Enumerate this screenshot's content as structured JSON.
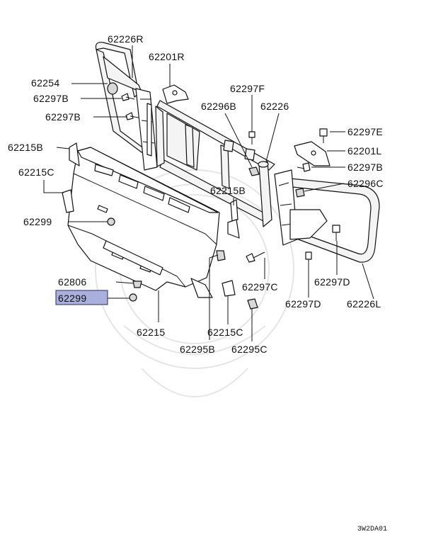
{
  "labels": {
    "p62226R": "62226R",
    "p62201R": "62201R",
    "p62254": "62254",
    "p62297B_a": "62297B",
    "p62297B_b": "62297B",
    "p62297F": "62297F",
    "p62296B": "62296B",
    "p62226": "62226",
    "p62297E": "62297E",
    "p62201L": "62201L",
    "p62297B_c": "62297B",
    "p62215B_a": "62215B",
    "p62215C_a": "62215C",
    "p62215B_b": "62215B",
    "p62296C": "62296C",
    "p62299_a": "62299",
    "p62806": "62806",
    "p62299_b": "62299",
    "p62297C": "62297C",
    "p62297D_a": "62297D",
    "p62297D_b": "62297D",
    "p62226L": "62226L",
    "p62215": "62215",
    "p62215C_b": "62215C",
    "p62295B": "62295B",
    "p62295C": "62295C"
  },
  "highlighted_label": "62299",
  "diagram_code": "3W2DA01",
  "colors": {
    "highlight_fill": "#aab0dc",
    "line": "#111111"
  }
}
